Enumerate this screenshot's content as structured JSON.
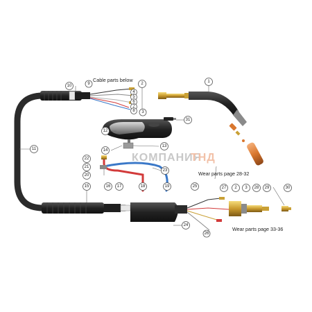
{
  "callouts": [
    "1",
    "2",
    "3",
    "4",
    "5",
    "6",
    "7",
    "8",
    "9",
    "10",
    "11",
    "12",
    "13",
    "14",
    "15",
    "16",
    "17",
    "18",
    "19",
    "20",
    "21",
    "22",
    "23",
    "24",
    "25",
    "26",
    "27",
    "28",
    "29",
    "30",
    "31"
  ],
  "notes": {
    "cable_parts": "Cable parts below",
    "wear_parts_torch": "Wear parts page 28-32",
    "wear_parts_connector": "Wear parts page 33-36"
  },
  "watermark": {
    "brand": "КОМПАНИЯ",
    "suffix": "ТНД"
  },
  "colors": {
    "cable": "#2b2b2b",
    "copper": "#d98a3a",
    "brass": "#c9a035",
    "red_hose": "#d23a3a",
    "blue_hose": "#3a78c8",
    "handle_grey": "#9a9a9a"
  }
}
